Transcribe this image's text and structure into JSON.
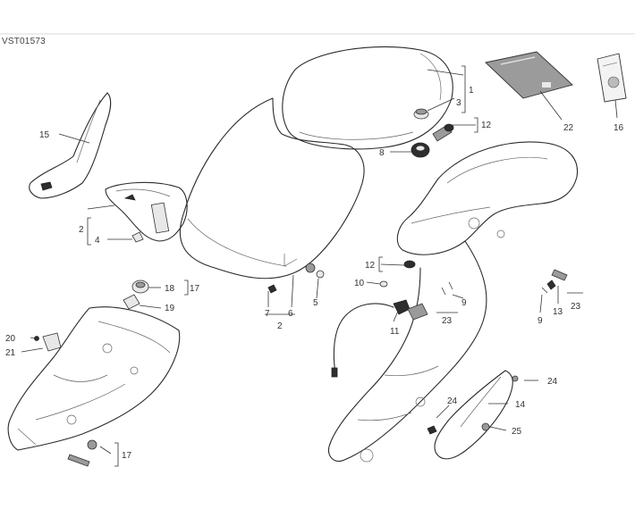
{
  "drawing_code": "VST01573",
  "callouts": [
    {
      "id": "c1",
      "label": "1"
    },
    {
      "id": "c3",
      "label": "3"
    },
    {
      "id": "c12a",
      "label": "12"
    },
    {
      "id": "c22",
      "label": "22"
    },
    {
      "id": "c16",
      "label": "16"
    },
    {
      "id": "c15",
      "label": "15"
    },
    {
      "id": "c8",
      "label": "8"
    },
    {
      "id": "c2a",
      "label": "2"
    },
    {
      "id": "c4",
      "label": "4"
    },
    {
      "id": "c18",
      "label": "18"
    },
    {
      "id": "c17a",
      "label": "17"
    },
    {
      "id": "c19",
      "label": "19"
    },
    {
      "id": "c12b",
      "label": "12"
    },
    {
      "id": "c10",
      "label": "10"
    },
    {
      "id": "c7",
      "label": "7"
    },
    {
      "id": "c6",
      "label": "6"
    },
    {
      "id": "c5",
      "label": "5"
    },
    {
      "id": "c2b",
      "label": "2"
    },
    {
      "id": "c9a",
      "label": "9"
    },
    {
      "id": "c23a",
      "label": "23"
    },
    {
      "id": "c11",
      "label": "11"
    },
    {
      "id": "c9b",
      "label": "9"
    },
    {
      "id": "c13",
      "label": "13"
    },
    {
      "id": "c23b",
      "label": "23"
    },
    {
      "id": "c20",
      "label": "20"
    },
    {
      "id": "c21",
      "label": "21"
    },
    {
      "id": "c24a",
      "label": "24"
    },
    {
      "id": "c24b",
      "label": "24"
    },
    {
      "id": "c14",
      "label": "14"
    },
    {
      "id": "c25",
      "label": "25"
    },
    {
      "id": "c17b",
      "label": "17"
    }
  ]
}
